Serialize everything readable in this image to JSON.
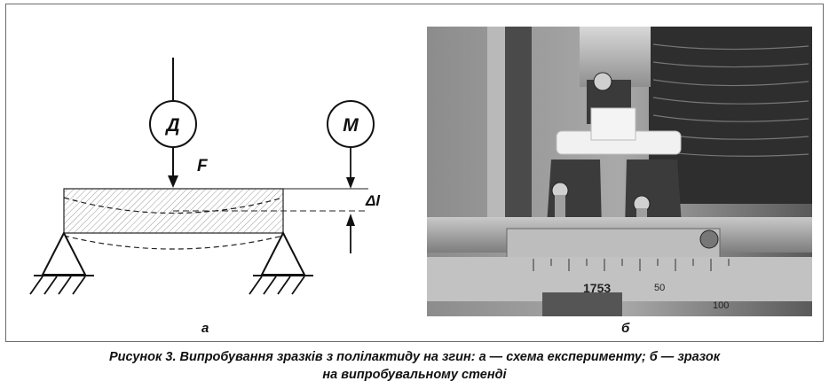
{
  "figure": {
    "panel_a": {
      "label": "а",
      "force_node": "Д",
      "measure_node": "М",
      "force_label": "F",
      "deflection_label": "Δl"
    },
    "panel_b": {
      "label": "б",
      "scale_number": "1753",
      "scale_tick_50": "50",
      "scale_tick_100": "100"
    },
    "caption_line1": "Рисунок 3. Випробування зразків з полілактиду на згин: а — схема експерименту; б — зразок",
    "caption_line2": "на випробувальному стенді"
  }
}
